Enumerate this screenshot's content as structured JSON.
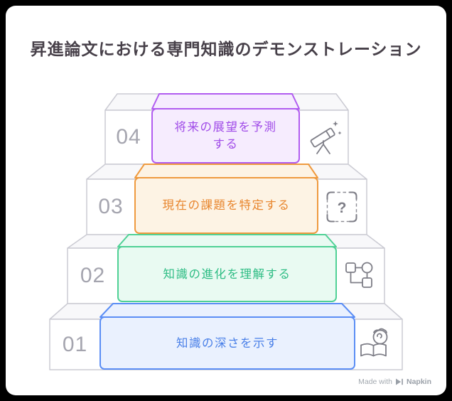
{
  "page": {
    "title": "昇進論文における専門知識のデモンストレーション"
  },
  "watermark": {
    "made_with": "Made with",
    "brand": "Napkin"
  },
  "icons": {
    "question_glyph": "?"
  },
  "colors": {
    "background": "#000000",
    "card": "#ffffff",
    "step_border": "#cbcbd3",
    "step_face": "#ffffff",
    "step_top": "#f8f8fa",
    "number_text": "#a5a5af",
    "icon_stroke": "#7e7e87",
    "title_text": "#474049",
    "watermark_text": "#a3a9b0",
    "purple": {
      "border": "#b15cf0",
      "bg": "#f6ecfe",
      "text": "#a04be8"
    },
    "orange": {
      "border": "#ef9a3f",
      "bg": "#fdf3e4",
      "text": "#e8862e"
    },
    "green": {
      "border": "#4fd195",
      "bg": "#e9faf2",
      "text": "#2fbd85"
    },
    "blue": {
      "border": "#5b8ef5",
      "bg": "#eaf1fe",
      "text": "#4a80e8"
    }
  },
  "steps": [
    {
      "number": "04",
      "label": "将来の展望を予測する",
      "lines": [
        "将来の展望を予測",
        "する"
      ],
      "icon": "telescope-icon",
      "color": "purple"
    },
    {
      "number": "03",
      "label": "現在の課題を特定する",
      "lines": [
        "現在の課題を特定する"
      ],
      "icon": "question-frame-icon",
      "color": "orange"
    },
    {
      "number": "02",
      "label": "知識の進化を理解する",
      "lines": [
        "知識の進化を理解する"
      ],
      "icon": "flowchart-icon",
      "color": "green"
    },
    {
      "number": "01",
      "label": "知識の深さを示す",
      "lines": [
        "知識の深さを示す"
      ],
      "icon": "reading-person-icon",
      "color": "blue"
    }
  ]
}
